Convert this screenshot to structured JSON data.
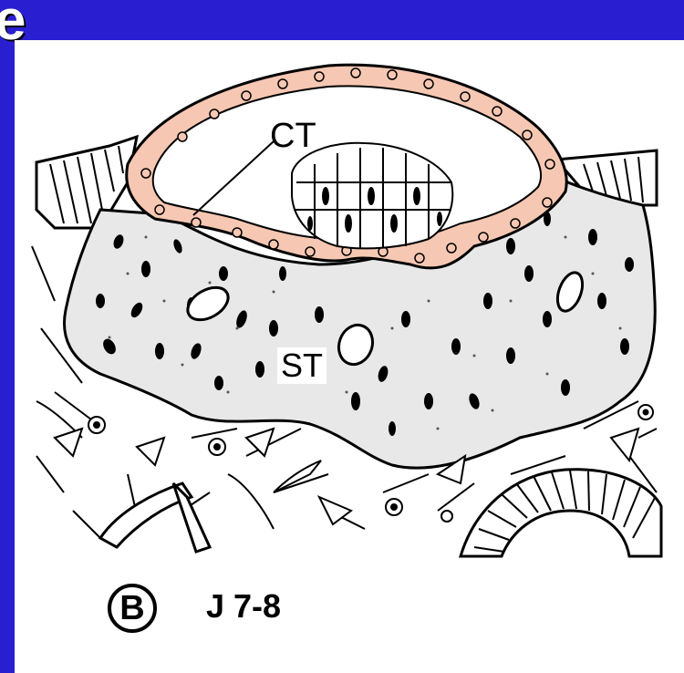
{
  "slide": {
    "title_fragment": "e",
    "background_color": "#2a1fd0"
  },
  "figure": {
    "labels": {
      "ct": "CT",
      "st": "ST"
    },
    "panel_letter": "B",
    "panel_code": "J 7-8",
    "colors": {
      "cytotrophoblast": "#f6c7b2",
      "syncytiotrophoblast": "#e8e8e8",
      "ink": "#000000"
    }
  }
}
